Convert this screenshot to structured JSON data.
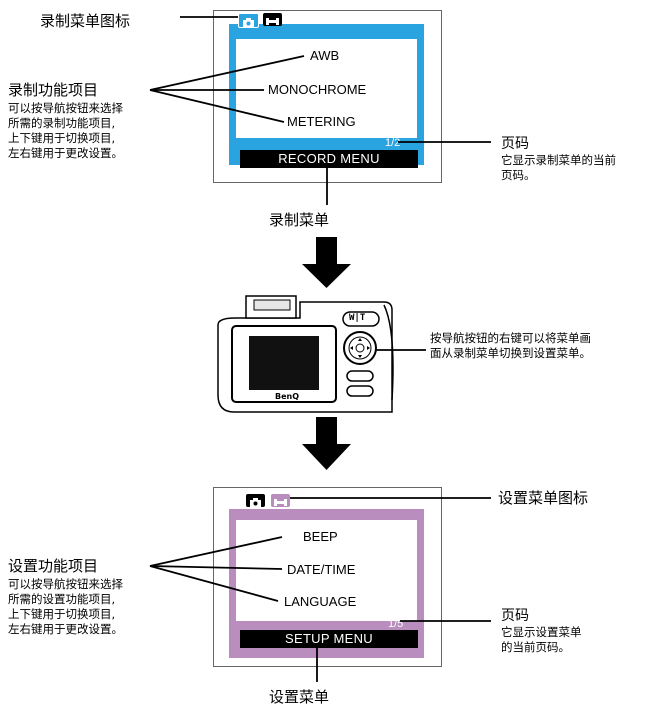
{
  "record": {
    "tab_icon_label": "录制菜单图标",
    "func_title": "录制功能项目",
    "func_desc": [
      "可以按导航按钮来选择",
      "所需的录制功能项目,",
      "上下键用于切换项目,",
      "左右键用于更改设置。"
    ],
    "items": [
      "AWB",
      "MONOCHROME",
      "METERING"
    ],
    "page": "1/2",
    "menu_bar": "RECORD MENU",
    "page_title": "页码",
    "page_desc": [
      "它显示录制菜单的当前",
      "页码。"
    ],
    "caption": "录制菜单",
    "color": "#2aa4e0"
  },
  "camera": {
    "wt_label": "W|T",
    "brand": "BenQ",
    "desc": [
      "按导航按钮的右键可以将菜单画",
      "面从录制菜单切换到设置菜单。"
    ]
  },
  "setup": {
    "tab_icon_label": "设置菜单图标",
    "func_title": "设置功能项目",
    "func_desc": [
      "可以按导航按钮来选择",
      "所需的设置功能项目,",
      "上下键用于切换项目,",
      "左右键用于更改设置。"
    ],
    "items": [
      "BEEP",
      "DATE/TIME",
      "LANGUAGE"
    ],
    "page": "1/5",
    "menu_bar": "SETUP MENU",
    "page_title": "页码",
    "page_desc": [
      "它显示设置菜单",
      "的当前页码。"
    ],
    "caption": "设置菜单",
    "color": "#b98dbd"
  }
}
